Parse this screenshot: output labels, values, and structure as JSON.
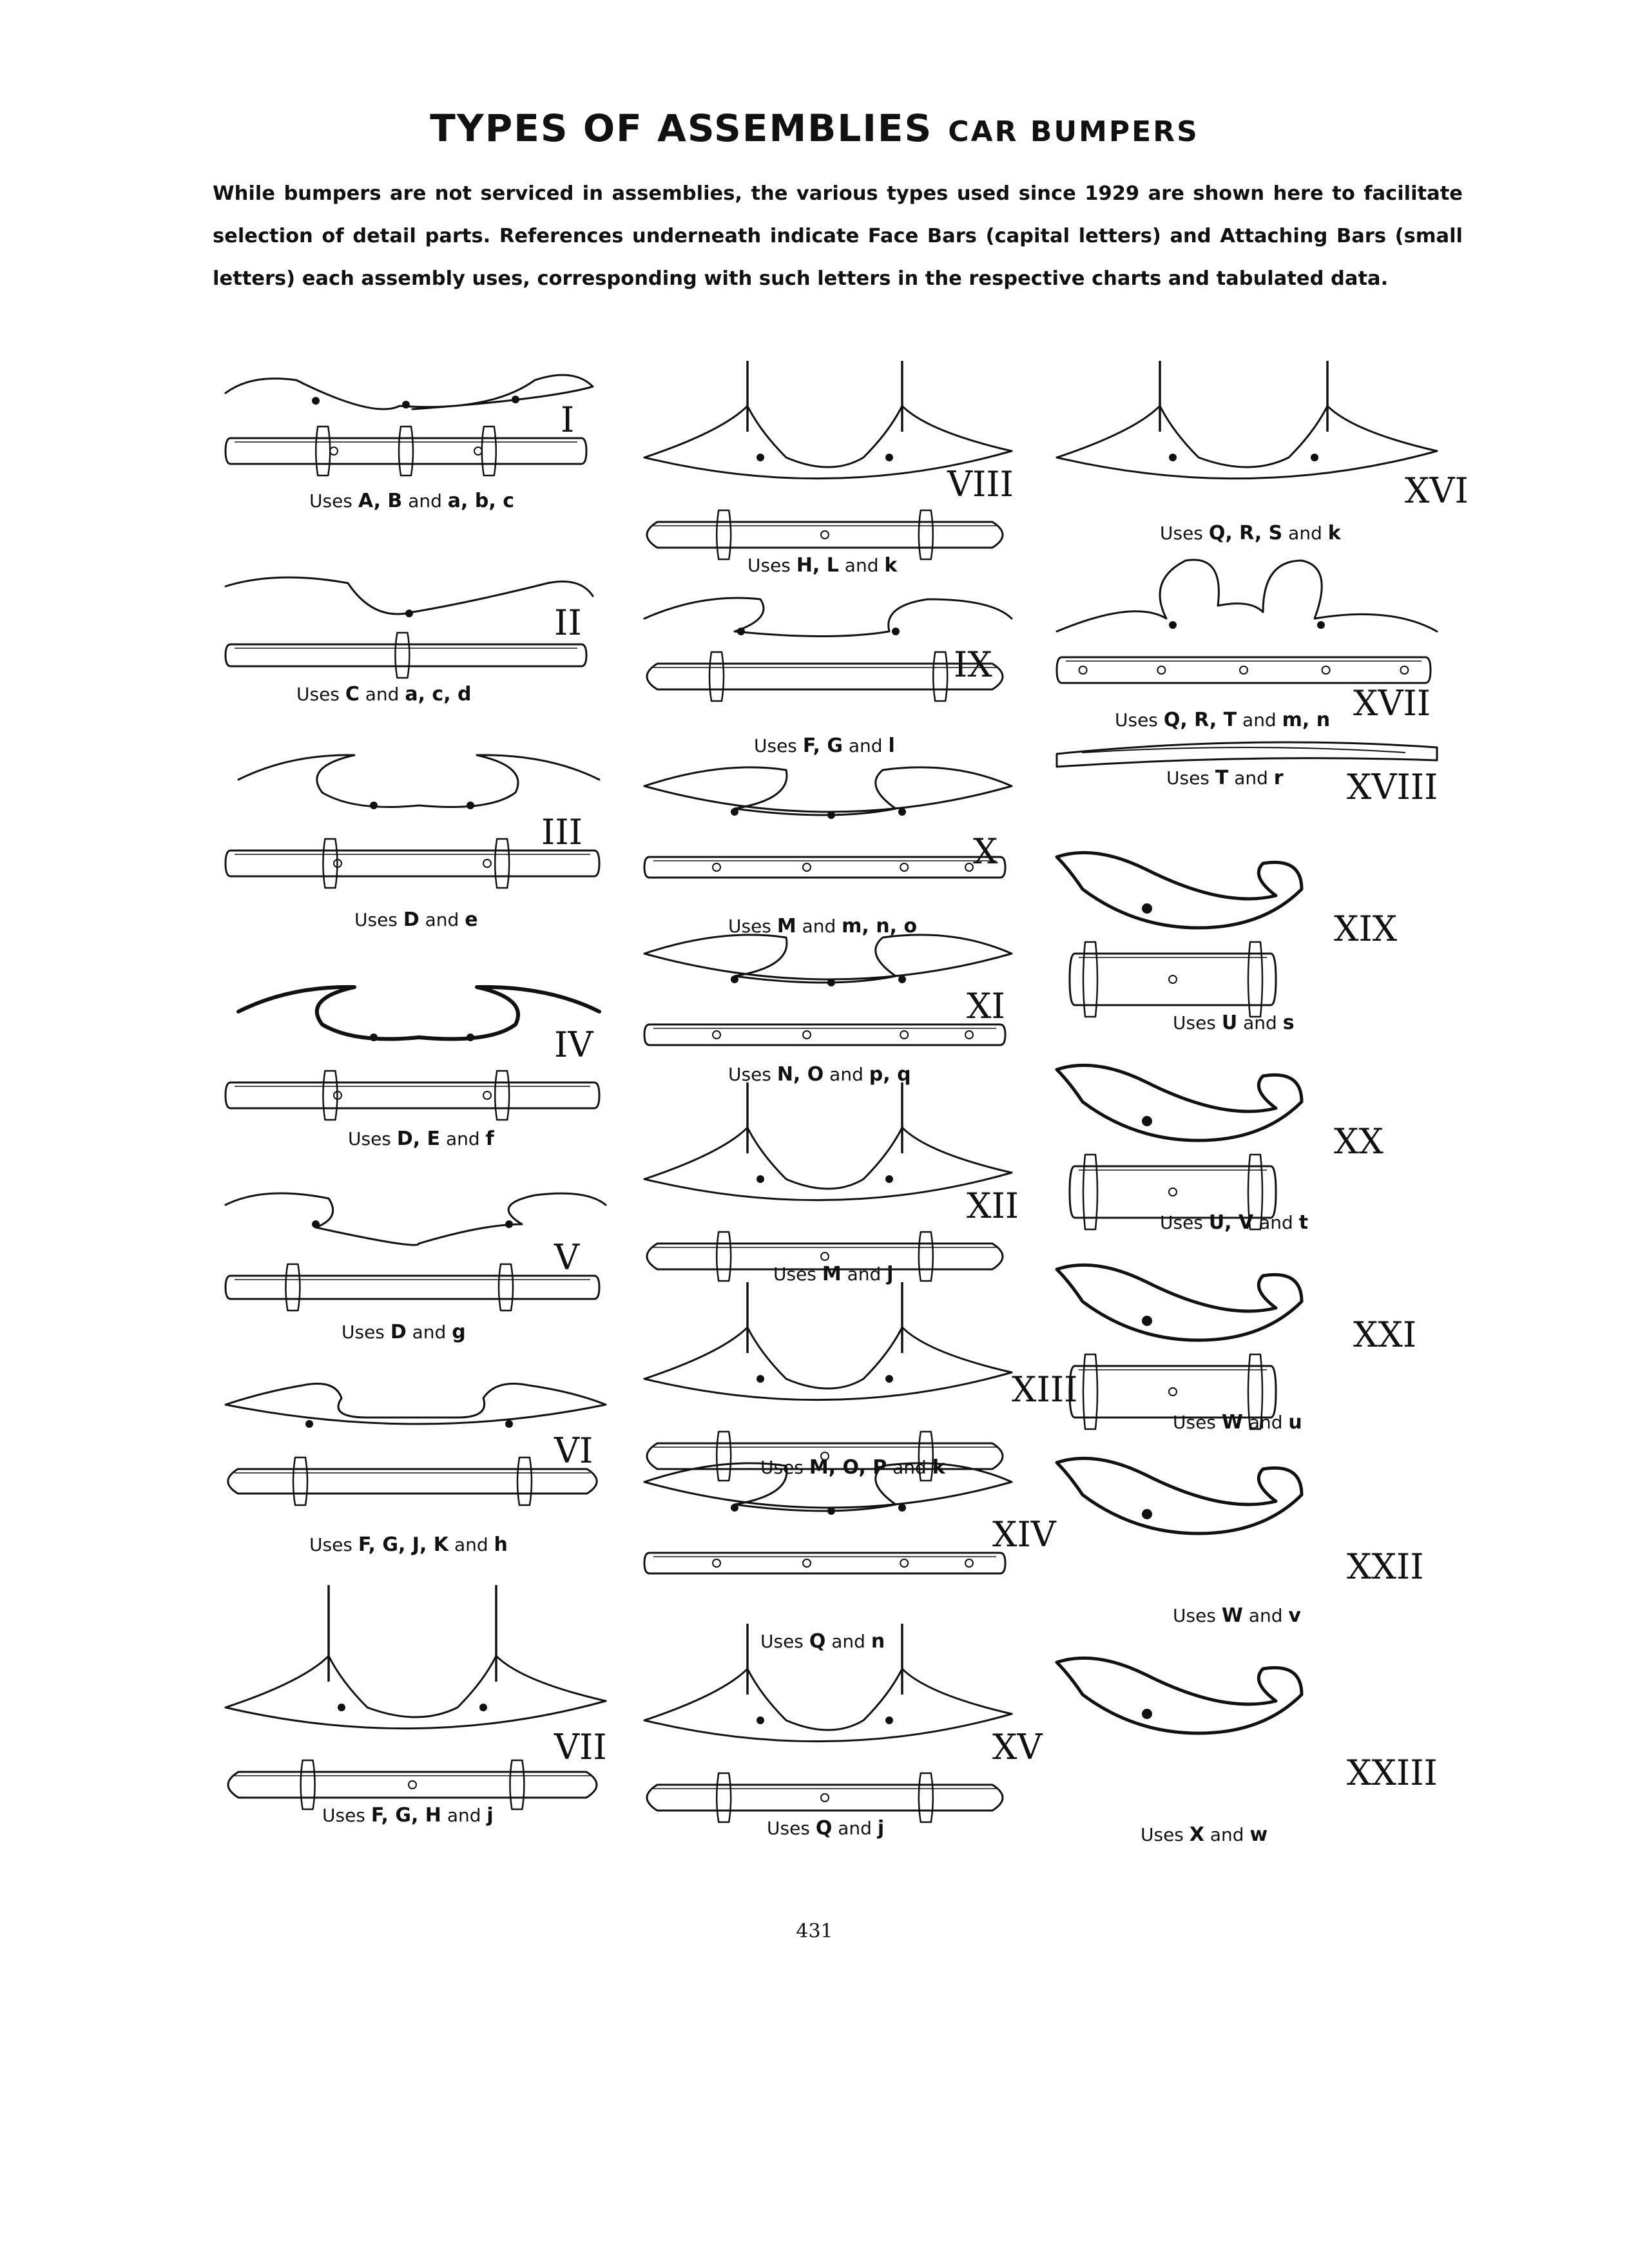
{
  "page": {
    "title": "TYPES OF ASSEMBLIES",
    "subtitle": "CAR BUMPERS",
    "intro": "While bumpers are not serviced in assemblies, the various types used since 1929 are shown here to facilitate selection of detail parts. References underneath indicate Face Bars (capital letters) and Attaching Bars (small letters) each assembly uses, corresponding with such letters in the respective charts and tabulated data.",
    "page_number": "431"
  },
  "assemblies": [
    {
      "numeral": "I",
      "caption_prefix": "Uses",
      "caption_bold": "A, B",
      "caption_mid": "and",
      "caption_bold2": "a, b, c"
    },
    {
      "numeral": "II",
      "caption_prefix": "Uses",
      "caption_bold": "C",
      "caption_mid": "and",
      "caption_bold2": "a, c, d"
    },
    {
      "numeral": "III",
      "caption_prefix": "Uses",
      "caption_bold": "D",
      "caption_mid": "and",
      "caption_bold2": "e"
    },
    {
      "numeral": "IV",
      "caption_prefix": "Uses",
      "caption_bold": "D, E",
      "caption_mid": "and",
      "caption_bold2": "f"
    },
    {
      "numeral": "V",
      "caption_prefix": "Uses",
      "caption_bold": "D",
      "caption_mid": "and",
      "caption_bold2": "g"
    },
    {
      "numeral": "VI",
      "caption_prefix": "Uses",
      "caption_bold": "F, G, J, K",
      "caption_mid": "and",
      "caption_bold2": "h"
    },
    {
      "numeral": "VII",
      "caption_prefix": "Uses",
      "caption_bold": "F, G, H",
      "caption_mid": "and",
      "caption_bold2": "j"
    },
    {
      "numeral": "VIII",
      "caption_prefix": "Uses",
      "caption_bold": "H, L",
      "caption_mid": "and",
      "caption_bold2": "k"
    },
    {
      "numeral": "IX",
      "caption_prefix": "Uses",
      "caption_bold": "F, G",
      "caption_mid": "and",
      "caption_bold2": "l"
    },
    {
      "numeral": "X",
      "caption_prefix": "Uses",
      "caption_bold": "M",
      "caption_mid": "and",
      "caption_bold2": "m, n, o"
    },
    {
      "numeral": "XI",
      "caption_prefix": "Uses",
      "caption_bold": "N, O",
      "caption_mid": "and",
      "caption_bold2": "p, q"
    },
    {
      "numeral": "XII",
      "caption_prefix": "Uses",
      "caption_bold": "M",
      "caption_mid": "and",
      "caption_bold2": "j"
    },
    {
      "numeral": "XIII",
      "caption_prefix": "Uses",
      "caption_bold": "M, O, P",
      "caption_mid": "and",
      "caption_bold2": "k"
    },
    {
      "numeral": "XIV",
      "caption_prefix": "Uses",
      "caption_bold": "Q",
      "caption_mid": "and",
      "caption_bold2": "n"
    },
    {
      "numeral": "XV",
      "caption_prefix": "Uses",
      "caption_bold": "Q",
      "caption_mid": "and",
      "caption_bold2": "j"
    },
    {
      "numeral": "XVI",
      "caption_prefix": "Uses",
      "caption_bold": "Q, R, S",
      "caption_mid": "and",
      "caption_bold2": "k"
    },
    {
      "numeral": "XVII",
      "caption_prefix": "Uses",
      "caption_bold": "Q, R, T",
      "caption_mid": "and",
      "caption_bold2": "m, n"
    },
    {
      "numeral": "XVIII",
      "caption_prefix": "Uses",
      "caption_bold": "T",
      "caption_mid": "and",
      "caption_bold2": "r"
    },
    {
      "numeral": "XIX",
      "caption_prefix": "Uses",
      "caption_bold": "U",
      "caption_mid": "and",
      "caption_bold2": "s"
    },
    {
      "numeral": "XX",
      "caption_prefix": "Uses",
      "caption_bold": "U, V",
      "caption_mid": "and",
      "caption_bold2": "t"
    },
    {
      "numeral": "XXI",
      "caption_prefix": "Uses",
      "caption_bold": "W",
      "caption_mid": "and",
      "caption_bold2": "u"
    },
    {
      "numeral": "XXII",
      "caption_prefix": "Uses",
      "caption_bold": "W",
      "caption_mid": "and",
      "caption_bold2": "v"
    },
    {
      "numeral": "XXIII",
      "caption_prefix": "Uses",
      "caption_bold": "X",
      "caption_mid": "and",
      "caption_bold2": "w"
    }
  ]
}
